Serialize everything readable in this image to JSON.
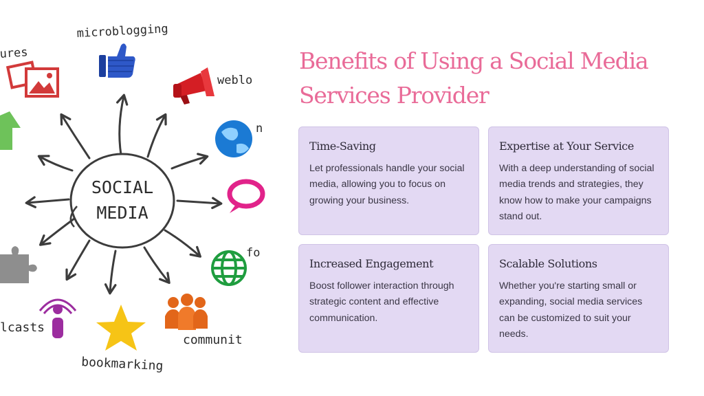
{
  "illustration": {
    "center_label_line1": "SOCIAL",
    "center_label_line2": "MEDIA",
    "labels": {
      "microblogging": "microblogging",
      "pictures": "ures",
      "weblogs": "weblo",
      "news": "n",
      "forums": "fo",
      "podcasts": "lcasts",
      "bookmarking": "bookmarking",
      "community": "communit"
    },
    "icons": [
      "thumbs-up-icon",
      "pictures-icon",
      "megaphone-icon",
      "globe-icon",
      "speech-bubble-icon",
      "green-globe-icon",
      "people-icon",
      "star-icon",
      "podcast-icon",
      "puzzle-icon",
      "green-arrow-icon"
    ]
  },
  "title": "Benefits of Using a Social Media Services Provider",
  "cards": [
    {
      "heading": "Time-Saving",
      "body": "Let professionals handle your social media, allowing you to focus on growing your business."
    },
    {
      "heading": "Expertise at Your Service",
      "body": "With a deep understanding of social media trends and strategies, they know how to make your campaigns stand out."
    },
    {
      "heading": "Increased Engagement",
      "body": "Boost follower interaction through strategic content and effective communication."
    },
    {
      "heading": "Scalable Solutions",
      "body": "Whether you're starting small or expanding, social media services can be customized to suit your needs."
    }
  ],
  "colors": {
    "title": "#e96b98",
    "card_background": "#e3d9f3",
    "card_border": "#cfc3e6"
  }
}
